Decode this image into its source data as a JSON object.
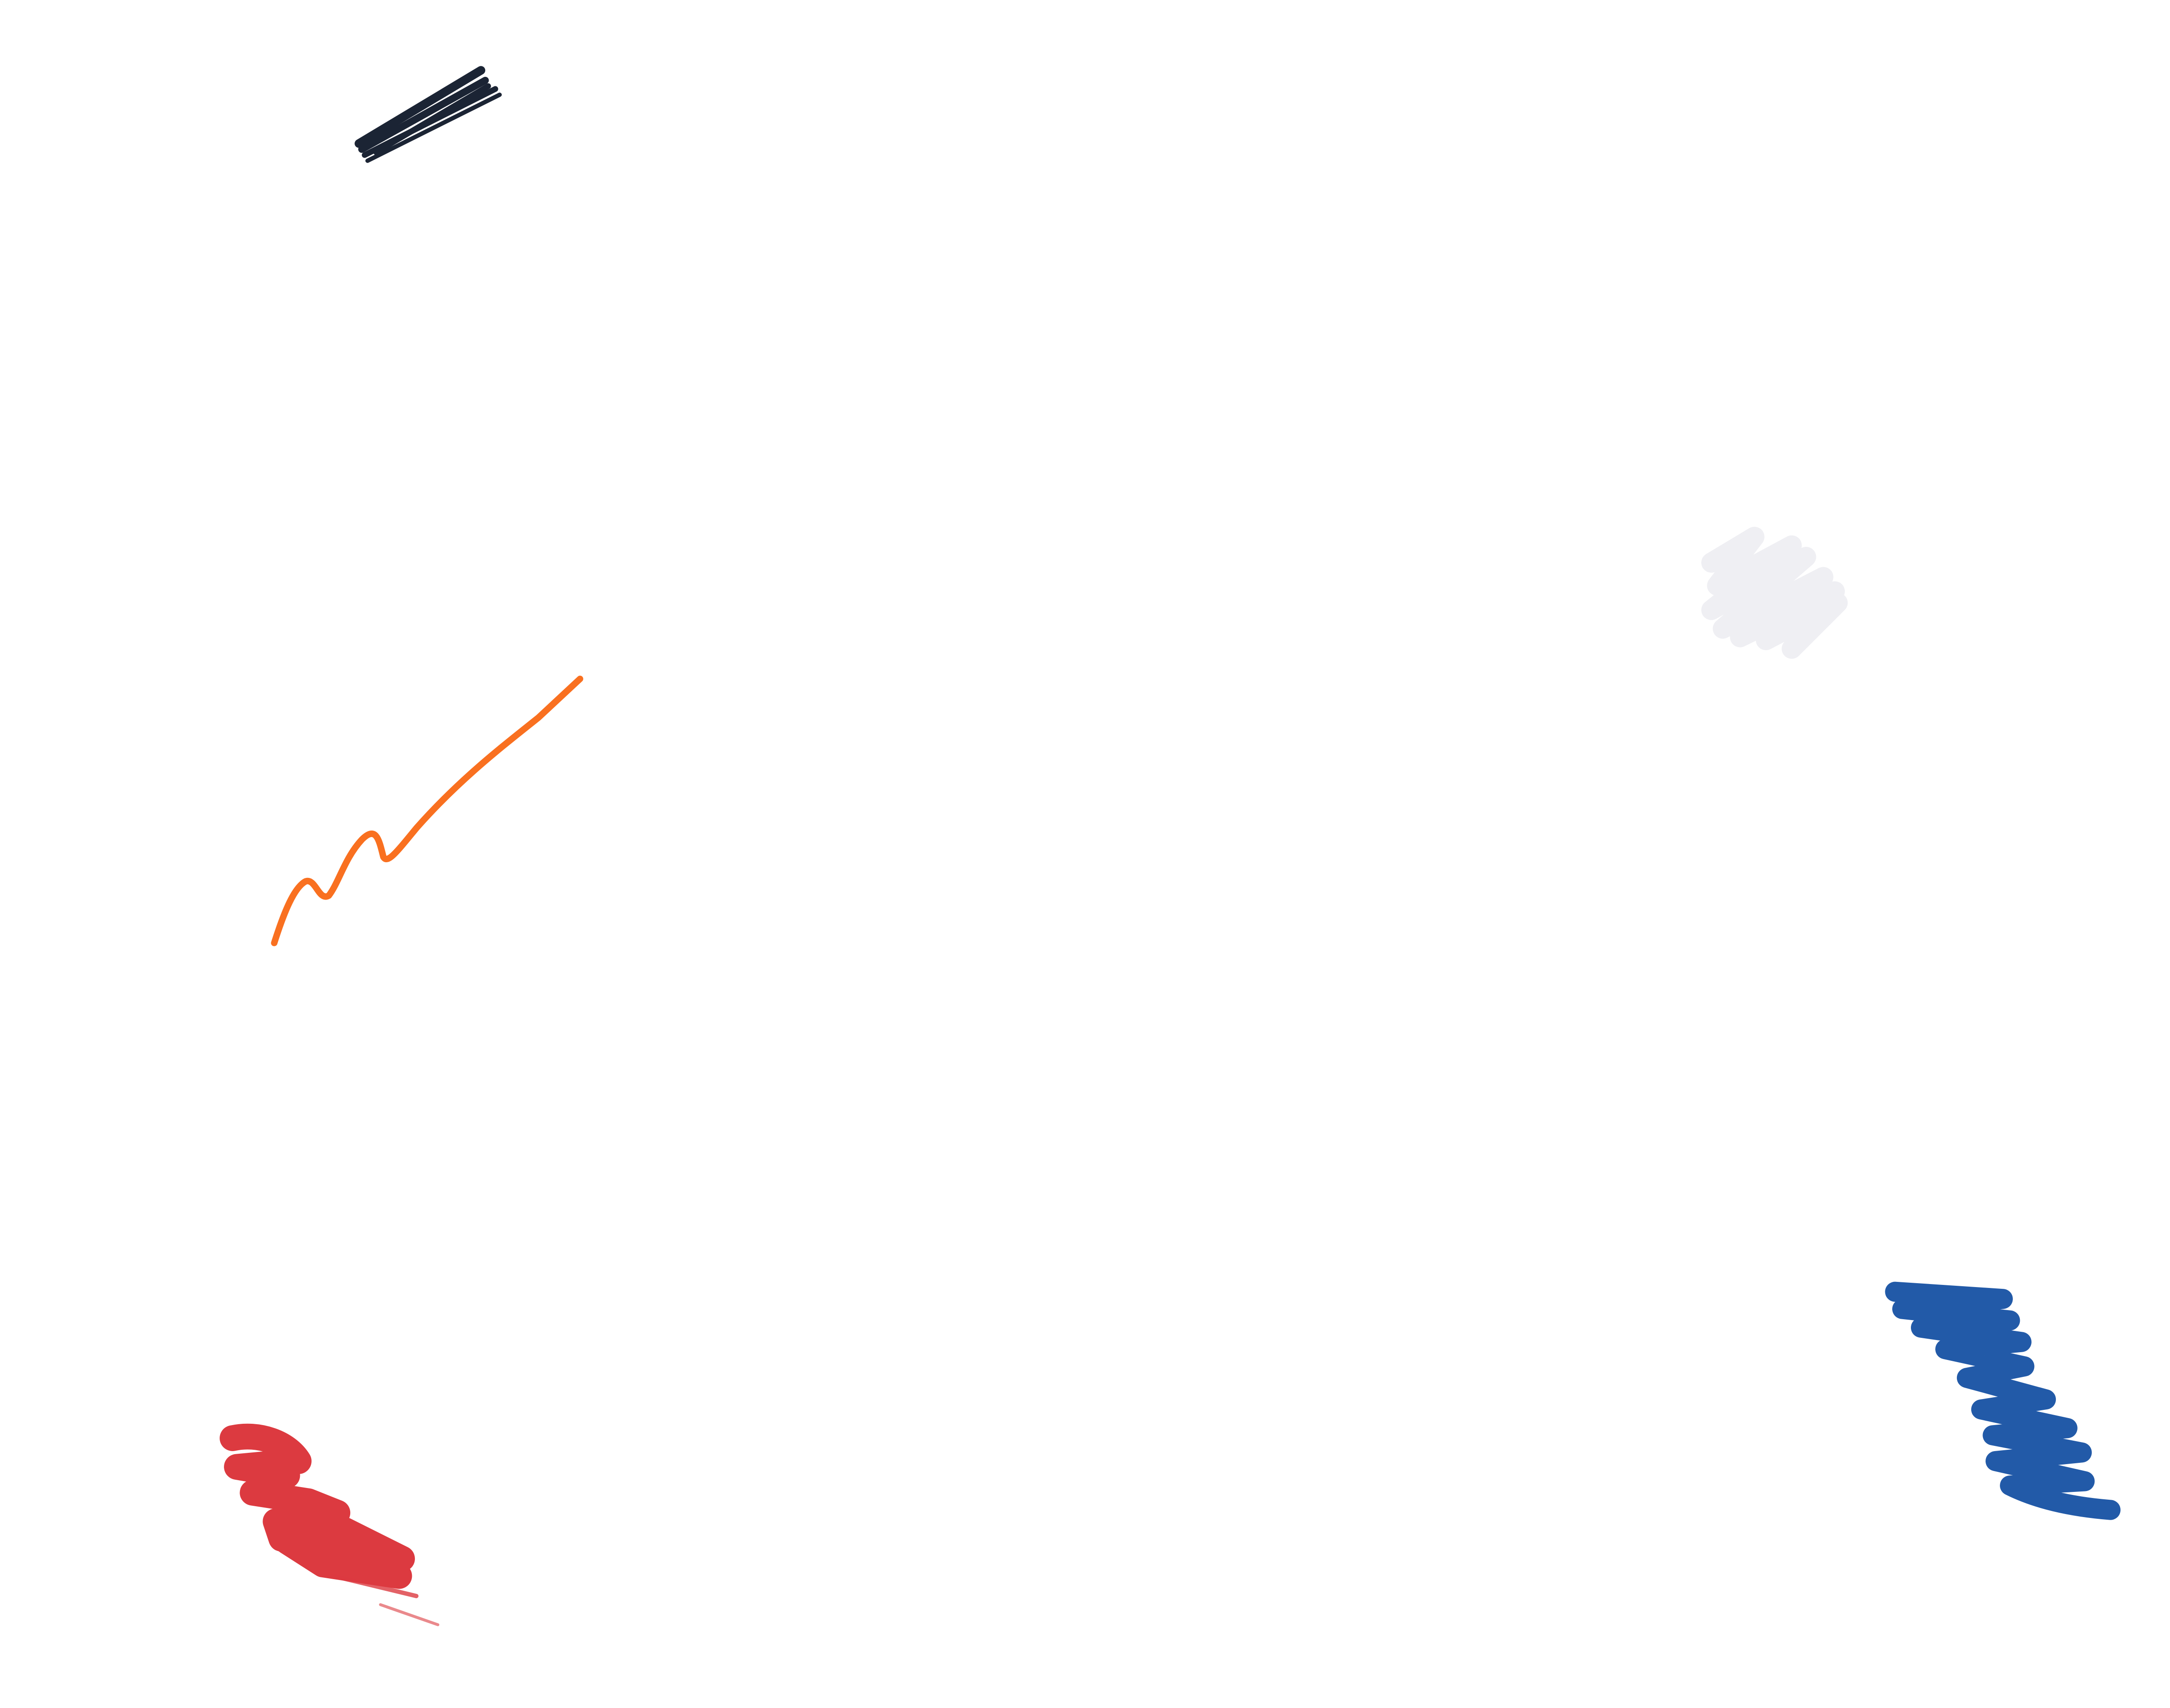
{
  "canvas": {
    "background": "#ffffff",
    "strokes": [
      {
        "name": "dark-navy-scribble",
        "color": "#1b2434"
      },
      {
        "name": "light-gray-scribble",
        "color": "#efeff3"
      },
      {
        "name": "orange-line",
        "color": "#f97020"
      },
      {
        "name": "red-brush-stroke",
        "color": "#dc3a40"
      },
      {
        "name": "blue-zigzag",
        "color": "#225aa8"
      }
    ]
  }
}
